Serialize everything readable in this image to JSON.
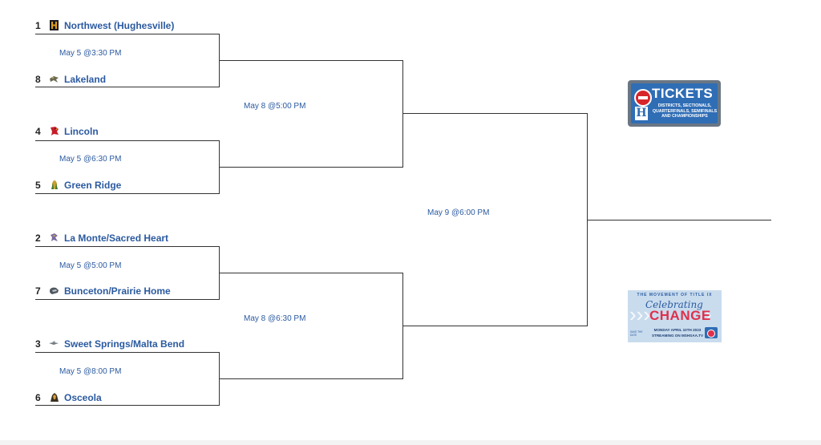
{
  "bracket": {
    "top_half": [
      {
        "seed": "1",
        "team": "Northwest (Hughesville)",
        "logo": "hughesville-logo-icon"
      },
      {
        "seed": "8",
        "team": "Lakeland",
        "logo": "lakeland-logo-icon"
      },
      {
        "seed": "4",
        "team": "Lincoln",
        "logo": "cardinal-logo-icon"
      },
      {
        "seed": "5",
        "team": "Green Ridge",
        "logo": "green-ridge-logo-icon"
      }
    ],
    "bottom_half": [
      {
        "seed": "2",
        "team": "La Monte/Sacred Heart",
        "logo": "la-monte-logo-icon"
      },
      {
        "seed": "7",
        "team": "Bunceton/Prairie Home",
        "logo": "bunceton-logo-icon"
      },
      {
        "seed": "3",
        "team": "Sweet Springs/Malta Bend",
        "logo": "sweet-springs-logo-icon"
      },
      {
        "seed": "6",
        "team": "Osceola",
        "logo": "osceola-logo-icon"
      }
    ],
    "round1_games": [
      "May 5 @3:30 PM",
      "May 5 @6:30 PM",
      "May 5 @5:00 PM",
      "May 5 @8:00 PM"
    ],
    "semifinal_games": [
      "May 8 @5:00 PM",
      "May 8 @6:30 PM"
    ],
    "final_game": "May 9 @6:00 PM"
  },
  "promos": {
    "tickets": {
      "title": "TICKETS",
      "subtitle": "DISTRICTS, SECTIONALS, QUARTERFINALS, SEMIFINALS AND CHAMPIONSHIPS",
      "seal_letter": "H"
    },
    "celebrating_change": {
      "top_text": "THE MOVEMENT OF TITLE IX",
      "script_text": "Celebrating",
      "headline": "CHANGE",
      "date_text": "MONDAY APRIL 10TH 2023",
      "stream_text": "STREAMING ON MSHSAA.TV",
      "side_text": "SAVE THE DATE"
    }
  },
  "colors": {
    "team_link": "#2b5aa0",
    "bracket_line": "#333333",
    "tickets_blue": "#2f6db5",
    "change_red": "#e0304b"
  }
}
